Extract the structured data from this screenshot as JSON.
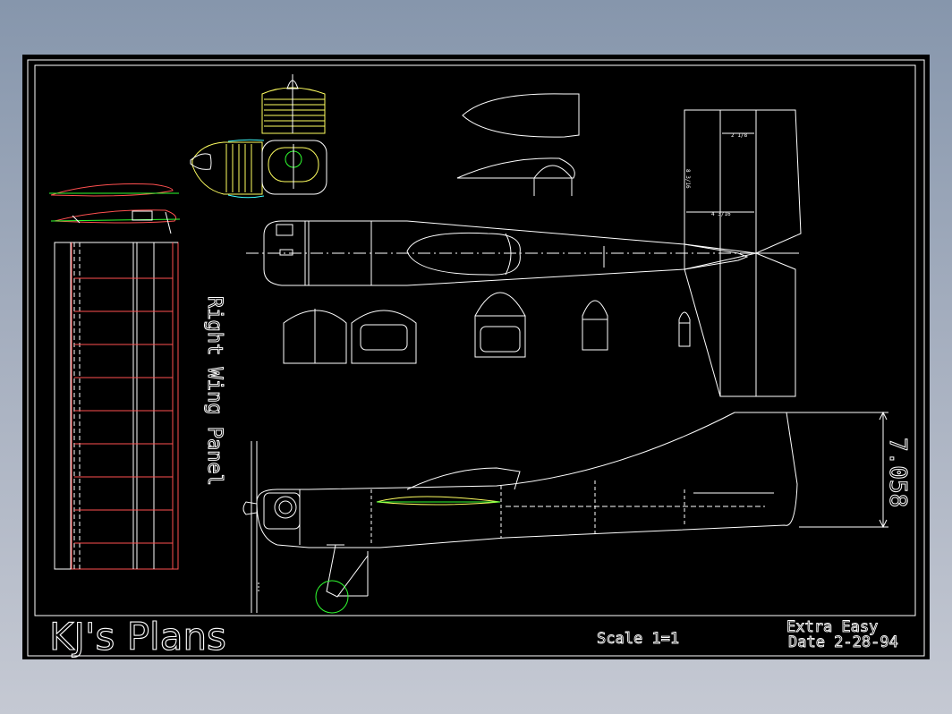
{
  "drawing": {
    "wing_panel_label": "Right Wing Panel",
    "dimension_tail_height": "7.058",
    "dimension_fin_width": "2 1/8",
    "dimension_stab_span": "8 3/16",
    "dimension_elevator": "4 3/16"
  },
  "title_block": {
    "title": "KJ's Plans",
    "scale": "Scale 1=1",
    "name": "Extra Easy",
    "date": "Date 2-28-94"
  },
  "colors": {
    "background": "#000000",
    "line": "#ffffff",
    "accent_red": "#ff4040",
    "accent_green": "#30ff30",
    "accent_yellow": "#ffff60",
    "accent_cyan": "#40ffff"
  }
}
